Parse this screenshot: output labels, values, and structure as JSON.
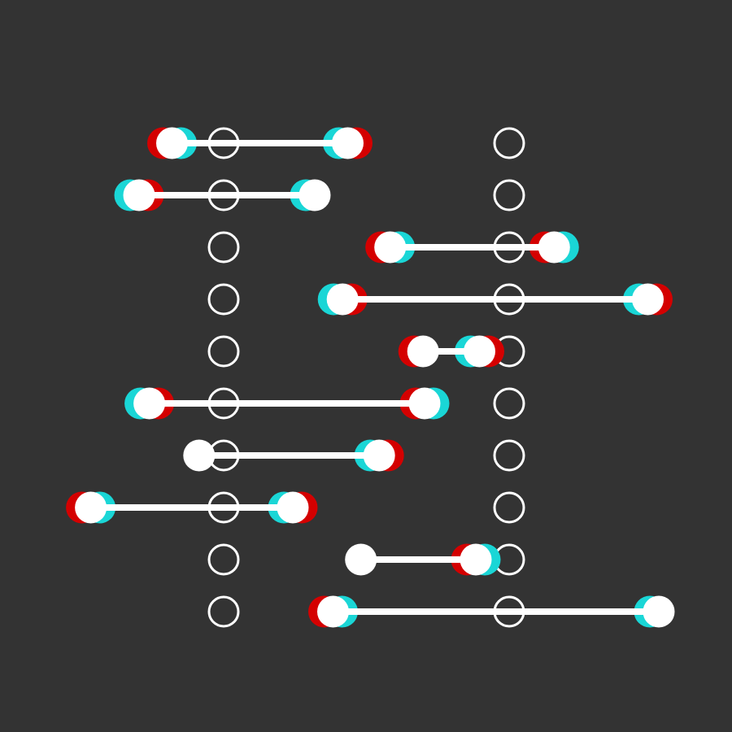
{
  "background_color": "#333333",
  "palette": {
    "white": "#ffffff",
    "red": "#d40000",
    "cyan": "#1ad6d6"
  },
  "slots": {
    "column_count": 2,
    "row_count": 10,
    "shape": "open-ring"
  },
  "sliders": [
    {
      "row": 1,
      "left": 0.235,
      "right": 0.475,
      "left_ghost": "red-cyan",
      "right_ghost": "cyan-red"
    },
    {
      "row": 2,
      "left": 0.19,
      "right": 0.43,
      "left_ghost": "cyan-red",
      "right_ghost": "cyan"
    },
    {
      "row": 3,
      "left": 0.533,
      "right": 0.757,
      "left_ghost": "red-cyan",
      "right_ghost": "red-cyan"
    },
    {
      "row": 4,
      "left": 0.468,
      "right": 0.885,
      "left_ghost": "cyan-red",
      "right_ghost": "cyan-red"
    },
    {
      "row": 5,
      "left": 0.578,
      "right": 0.655,
      "left_ghost": "red",
      "right_ghost": "cyan-red"
    },
    {
      "row": 6,
      "left": 0.204,
      "right": 0.58,
      "left_ghost": "cyan-red",
      "right_ghost": "red-cyan"
    },
    {
      "row": 7,
      "left": 0.272,
      "right": 0.518,
      "left_ghost": "none",
      "right_ghost": "cyan-red"
    },
    {
      "row": 8,
      "left": 0.124,
      "right": 0.4,
      "left_ghost": "red-cyan",
      "right_ghost": "cyan-red"
    },
    {
      "row": 9,
      "left": 0.493,
      "right": 0.65,
      "left_ghost": "none",
      "right_ghost": "red-cyan"
    },
    {
      "row": 10,
      "left": 0.455,
      "right": 0.9,
      "left_ghost": "red-cyan",
      "right_ghost": "cyan"
    }
  ]
}
